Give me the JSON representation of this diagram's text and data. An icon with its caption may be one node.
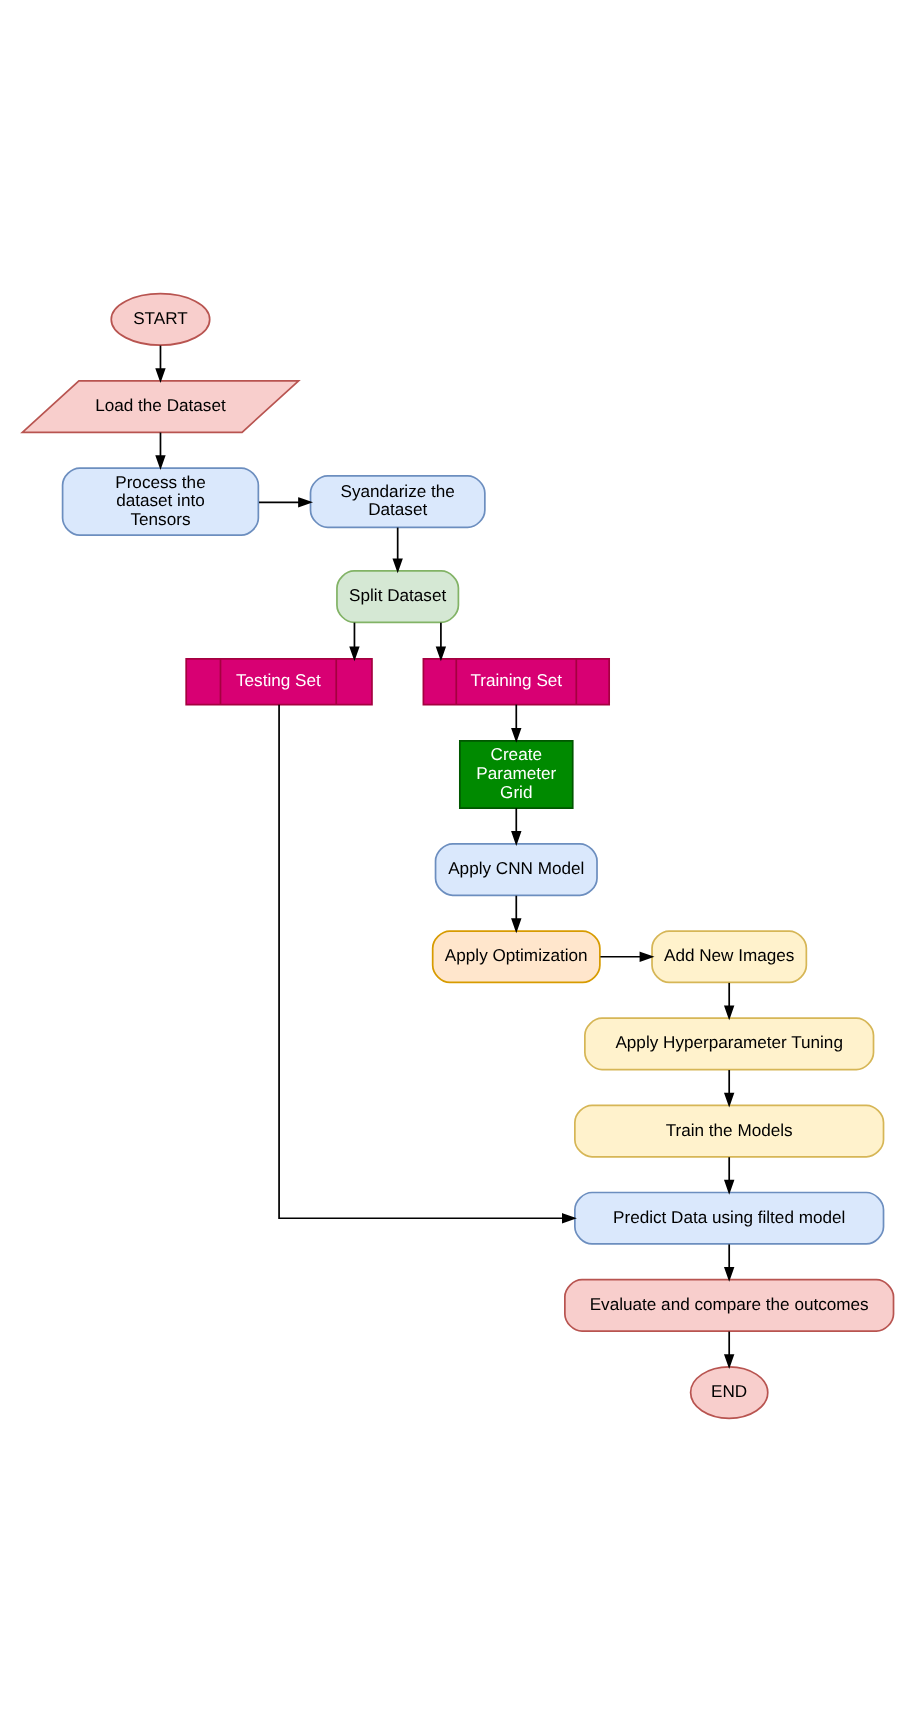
{
  "diagram": {
    "nodes": [
      {
        "text": [
          "START"
        ]
      },
      {
        "text": [
          "Load the Dataset"
        ]
      },
      {
        "text": [
          "Process the dataset into Tensors"
        ]
      },
      {
        "text": [
          "Syandarize the Dataset"
        ]
      },
      {
        "text": [
          "Split Dataset"
        ]
      },
      {
        "text": [
          "Testing Set"
        ]
      },
      {
        "text": [
          "Training Set"
        ]
      },
      {
        "text": [
          "Create Parameter Grid"
        ]
      },
      {
        "text": [
          "Apply CNN Model"
        ]
      },
      {
        "text": [
          "Apply Optimization"
        ]
      },
      {
        "text": [
          "Add New Images"
        ]
      },
      {
        "text": [
          "Apply Hyperparameter Tuning"
        ]
      },
      {
        "text": [
          "Train the Models"
        ]
      },
      {
        "text": [
          "Predict Data using filted model"
        ]
      },
      {
        "text": [
          "Evaluate and compare the outcomes"
        ]
      },
      {
        "text": [
          "END"
        ]
      }
    ],
    "edges": [
      {
        "from": 0,
        "to": 1,
        "arrow": "to"
      },
      {
        "from": 1,
        "to": 2,
        "arrow": "to"
      },
      {
        "from": 2,
        "to": 3,
        "arrow": "to"
      },
      {
        "from": 3,
        "to": 4,
        "arrow": "to"
      },
      {
        "from": 4,
        "to": 5,
        "arrow": "to"
      },
      {
        "from": 4,
        "to": 6,
        "arrow": "to"
      },
      {
        "from": 6,
        "to": 7,
        "arrow": "to"
      },
      {
        "from": 7,
        "to": 8,
        "arrow": "to"
      },
      {
        "from": 8,
        "to": 9,
        "arrow": "to"
      },
      {
        "from": 9,
        "to": 10,
        "arrow": "to"
      },
      {
        "from": 10,
        "to": 11,
        "arrow": "to"
      },
      {
        "from": 11,
        "to": 12,
        "arrow": "to"
      },
      {
        "from": 12,
        "to": 13,
        "arrow": "to"
      },
      {
        "from": 5,
        "to": 13,
        "arrow": "to"
      },
      {
        "from": 13,
        "to": 14,
        "arrow": "to"
      },
      {
        "from": 14,
        "to": 15,
        "arrow": "to"
      }
    ]
  }
}
